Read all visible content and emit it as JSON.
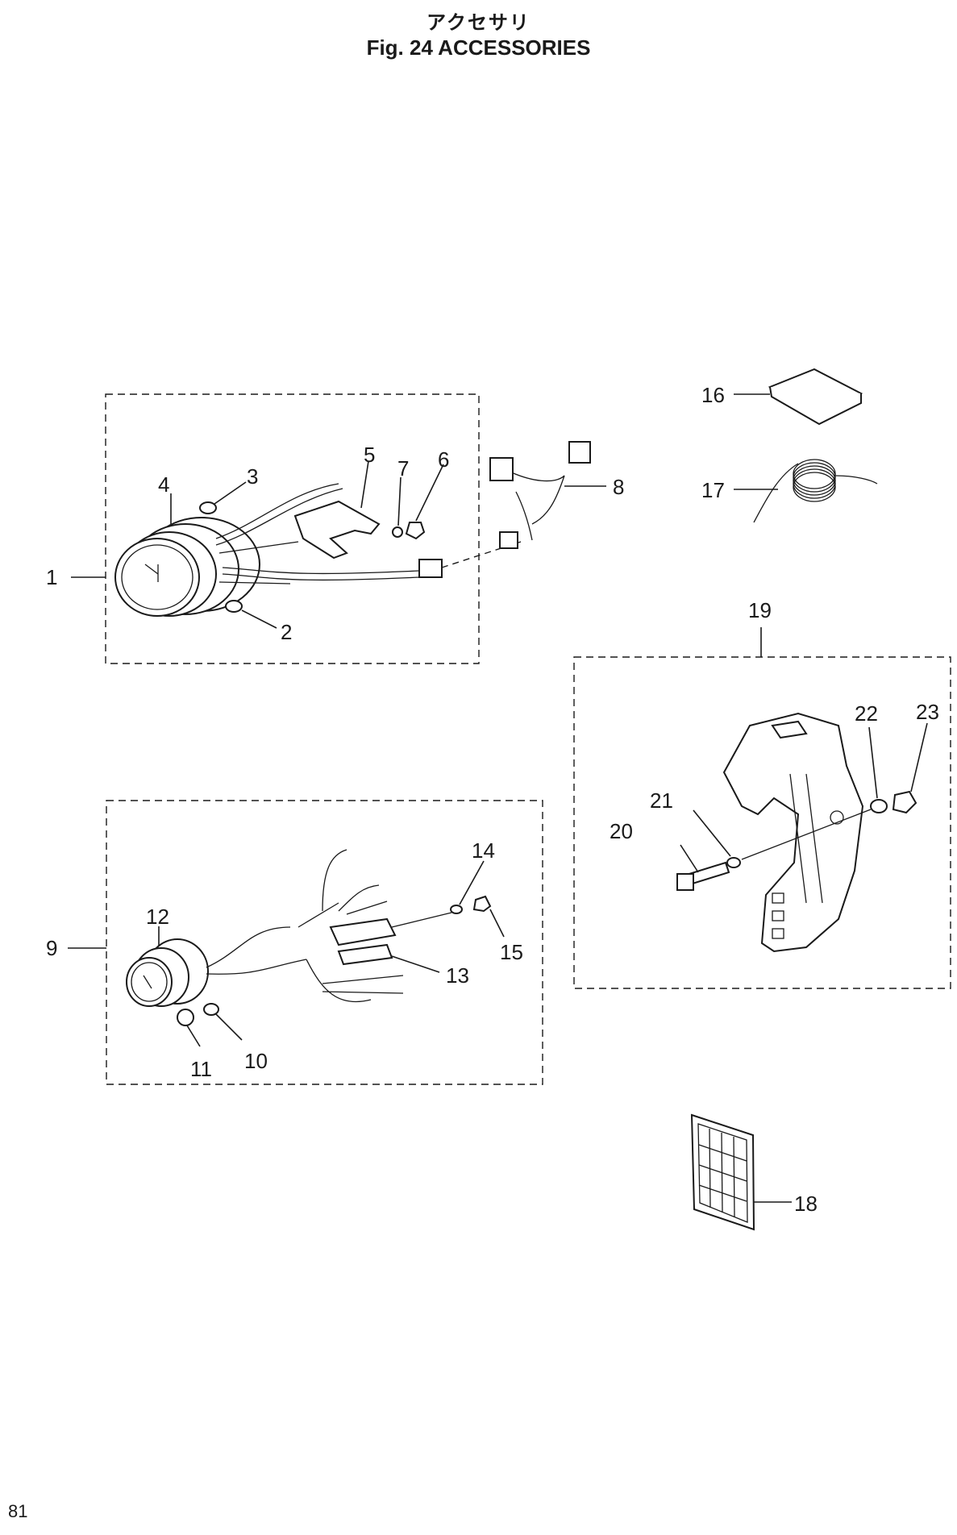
{
  "header": {
    "title_jp": "アクセサリ",
    "title_en": "Fig. 24    ACCESSORIES"
  },
  "callouts": [
    "1",
    "2",
    "3",
    "4",
    "5",
    "6",
    "7",
    "8",
    "9",
    "10",
    "11",
    "12",
    "13",
    "14",
    "15",
    "16",
    "17",
    "18",
    "19",
    "20",
    "21",
    "22",
    "23"
  ],
  "footer": {
    "page_number": "81"
  }
}
